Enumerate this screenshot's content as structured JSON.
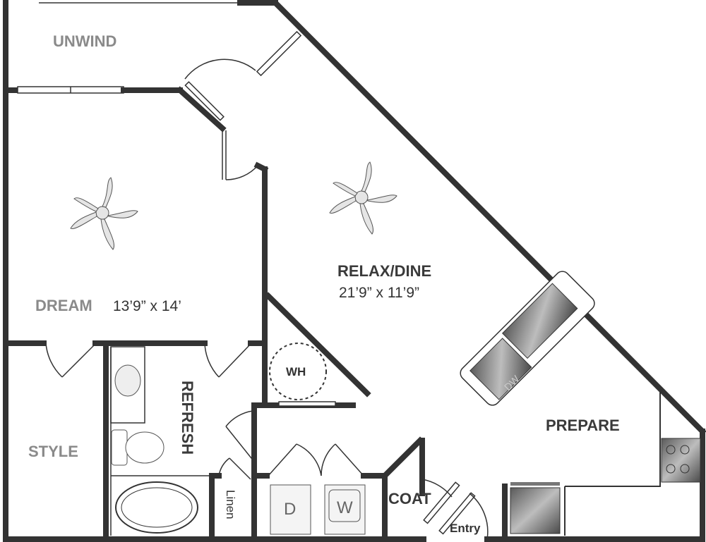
{
  "rooms": {
    "unwind": "UNWIND",
    "dream": {
      "name": "DREAM",
      "size": "13’9” x 14’"
    },
    "relax": {
      "name": "RELAX/DINE",
      "size": "21’9” x 11’9”"
    },
    "style": "STYLE",
    "refresh": "REFRESH",
    "linen": "Linen",
    "coat": "COAT",
    "entry": "Entry",
    "prepare": "PREPARE",
    "water_heater": "WH"
  },
  "appliances": {
    "dishwasher": "DW",
    "dryer": "D",
    "washer": "W"
  },
  "colors": {
    "wall": "#333333",
    "label_gray": "#8a8a8a"
  }
}
